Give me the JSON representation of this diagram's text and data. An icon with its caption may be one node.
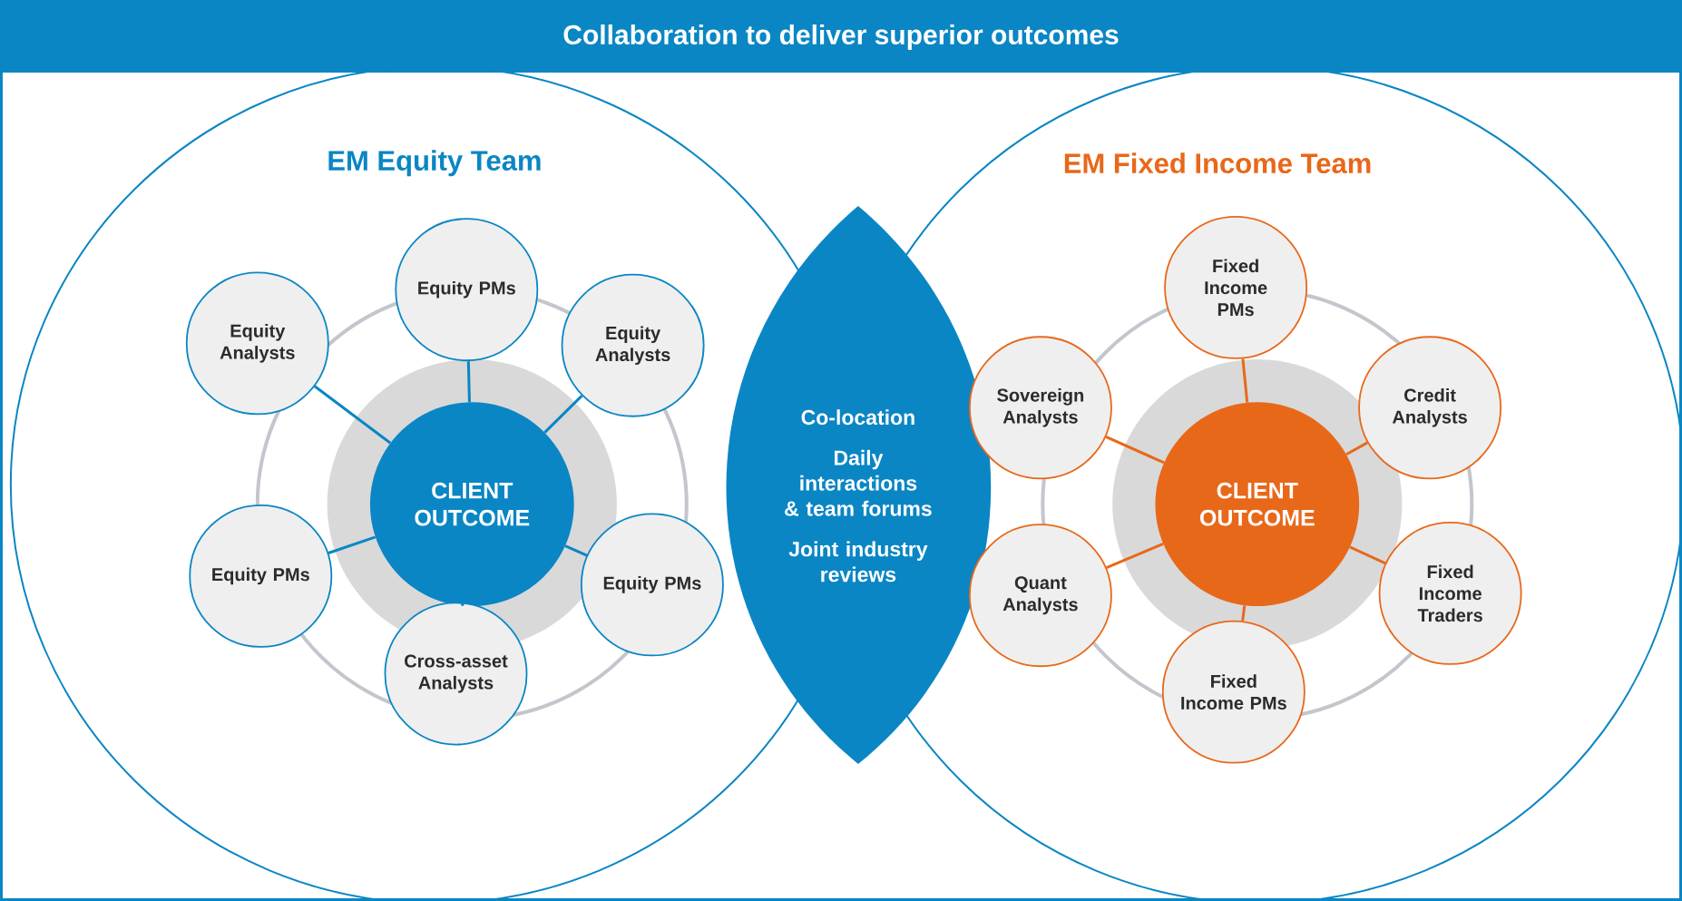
{
  "diagram": {
    "title": "Collaboration to deliver superior outcomes",
    "nodes": [
      {
        "text": [
          "EM Equity Team"
        ]
      },
      {
        "text": [
          "EM Fixed Income Team"
        ]
      },
      {
        "text": [
          "Co-location",
          "Daily interactions & team forums",
          "Joint industry reviews"
        ]
      },
      {
        "text": [
          "CLIENT OUTCOME"
        ],
        "in": 0
      },
      {
        "text": [
          "Equity Analysts"
        ],
        "in": 0
      },
      {
        "text": [
          "Equity PMs"
        ],
        "in": 0
      },
      {
        "text": [
          "Equity Analysts"
        ],
        "in": 0
      },
      {
        "text": [
          "Equity PMs"
        ],
        "in": 0
      },
      {
        "text": [
          "Equity PMs"
        ],
        "in": 0
      },
      {
        "text": [
          "Cross-asset Analysts"
        ],
        "in": 0
      },
      {
        "text": [
          "CLIENT OUTCOME"
        ],
        "in": 1
      },
      {
        "text": [
          "Fixed Income PMs"
        ],
        "in": 1
      },
      {
        "text": [
          "Sovereign Analysts"
        ],
        "in": 1
      },
      {
        "text": [
          "Credit Analysts"
        ],
        "in": 1
      },
      {
        "text": [
          "Quant Analysts"
        ],
        "in": 1
      },
      {
        "text": [
          "Fixed Income Traders"
        ],
        "in": 1
      },
      {
        "text": [
          "Fixed Income PMs"
        ],
        "in": 1
      }
    ],
    "edges": [
      {
        "from": 3,
        "to": 4,
        "arrow": "none",
        "color": "#0a86c4"
      },
      {
        "from": 3,
        "to": 5,
        "arrow": "none",
        "color": "#0a86c4"
      },
      {
        "from": 3,
        "to": 6,
        "arrow": "none",
        "color": "#0a86c4"
      },
      {
        "from": 3,
        "to": 7,
        "arrow": "none",
        "color": "#0a86c4"
      },
      {
        "from": 3,
        "to": 8,
        "arrow": "none",
        "color": "#0a86c4"
      },
      {
        "from": 3,
        "to": 9,
        "arrow": "none",
        "color": "#0a86c4"
      },
      {
        "from": 10,
        "to": 11,
        "arrow": "none",
        "color": "#e8681a"
      },
      {
        "from": 10,
        "to": 12,
        "arrow": "none",
        "color": "#e8681a"
      },
      {
        "from": 10,
        "to": 13,
        "arrow": "none",
        "color": "#e8681a"
      },
      {
        "from": 10,
        "to": 14,
        "arrow": "none",
        "color": "#e8681a"
      },
      {
        "from": 10,
        "to": 15,
        "arrow": "none",
        "color": "#e8681a"
      },
      {
        "from": 10,
        "to": 16,
        "arrow": "none",
        "color": "#e8681a"
      }
    ]
  }
}
